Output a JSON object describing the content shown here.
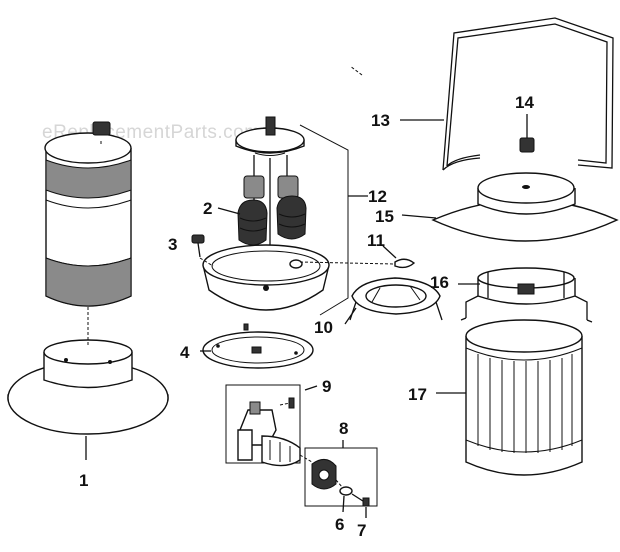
{
  "watermark": "eReplacementParts.com",
  "callouts": [
    "1",
    "2",
    "3",
    "4",
    "6",
    "7",
    "8",
    "9",
    "10",
    "11",
    "12",
    "13",
    "14",
    "15",
    "16",
    "17"
  ]
}
